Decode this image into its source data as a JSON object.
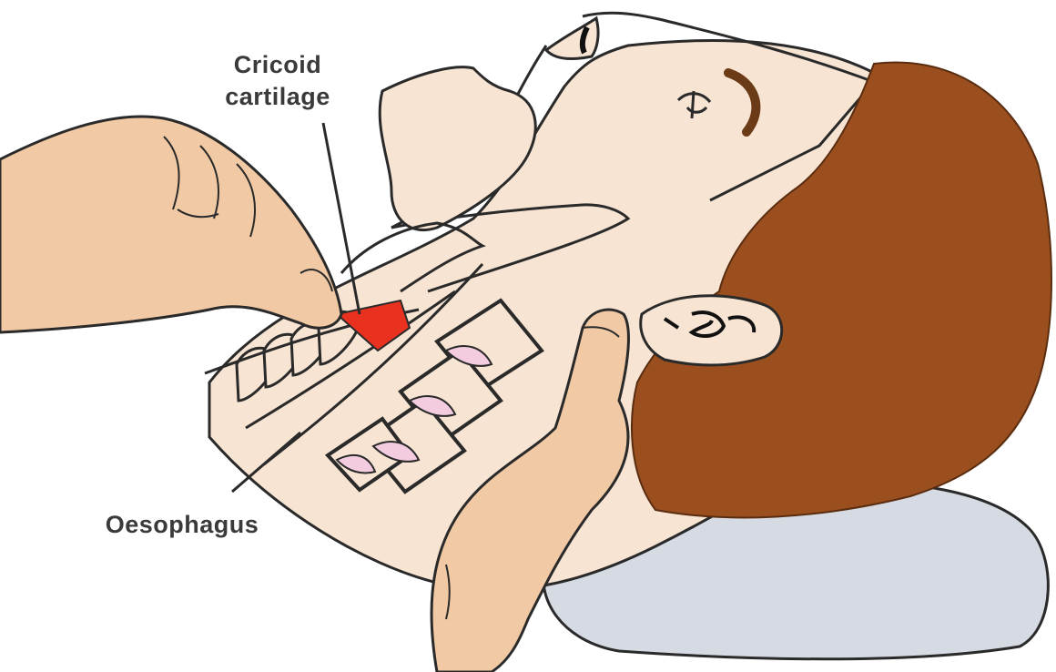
{
  "diagram": {
    "labels": {
      "cricoid_line1": "Cricoid",
      "cricoid_line2": "cartilage",
      "oesophagus": "Oesophagus"
    },
    "colors": {
      "skin": "#f8e4d2",
      "hand": "#f1c9a4",
      "hair": "#9b4f1e",
      "pillow": "#d6dbe3",
      "cricoid": "#e8321f",
      "vertebra_fill": "#f3ccdf",
      "outline": "#2a2a2a",
      "label_text": "#3a3a3a"
    }
  }
}
